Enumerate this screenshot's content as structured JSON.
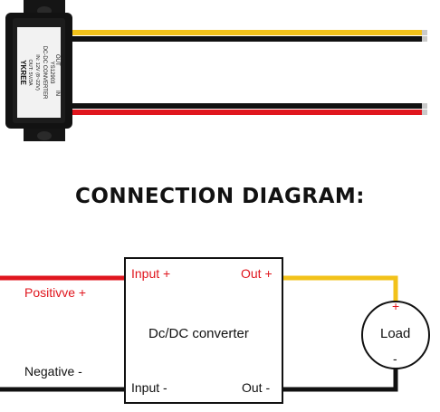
{
  "photo": {
    "module": {
      "brand": "YKREE",
      "model": "YS12903",
      "title": "DC-DC CONVERTER",
      "input_spec": "IN: 12V (8~22V)",
      "output_spec": "OUT: 5V/3A",
      "input_side_label": "IN",
      "output_side_label": "OUT"
    },
    "colors": {
      "module_body": "#121212",
      "label": "#f2f2f2",
      "wire_red": "#e0161e",
      "wire_black": "#111111",
      "wire_yellow": "#f2c21a"
    }
  },
  "heading": "CONNECTION DIAGRAM:",
  "diagram": {
    "box": {
      "center_label": "Dc/DC converter",
      "input_positive": "Input +",
      "output_positive": "Out +",
      "input_negative": "Input -",
      "output_negative": "Out -"
    },
    "positive_wire_label": "Positivve +",
    "negative_wire_label": "Negative -",
    "load": {
      "label": "Load",
      "plus": "+",
      "minus": "-"
    },
    "colors": {
      "positive": "#e0161e",
      "negative": "#111111",
      "output_positive": "#f2c21a"
    }
  }
}
